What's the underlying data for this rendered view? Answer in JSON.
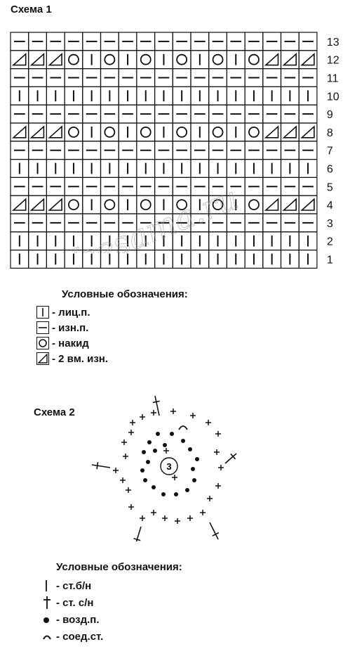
{
  "scheme1": {
    "title": "Схема 1",
    "row_numbers": [
      "13",
      "12",
      "11",
      "10",
      "9",
      "8",
      "7",
      "6",
      "5",
      "4",
      "3",
      "2",
      "1"
    ],
    "rows": [
      "-------------------------------------",
      "DDDOIOIOIOIOIODDD",
      "-----------------",
      "IIIIIIIIIIIIIIIII",
      "-----------------",
      "DDDOIOIOIOIOIODDD",
      "-----------------",
      "IIIIIIIIIIIIIIIII",
      "-----------------",
      "DDDOIOIOIOIOIODDD",
      "-----------------",
      "IIIIIIIIIIIIIIIII",
      "IIIIIIIIIIIIIIIII"
    ]
  },
  "legend1": {
    "title": "Условные обозначения:",
    "items": [
      {
        "icon": "knit-stitch-icon",
        "label": "- лиц.п."
      },
      {
        "icon": "purl-stitch-icon",
        "label": "- изн.п."
      },
      {
        "icon": "yarn-over-icon",
        "label": "- накид"
      },
      {
        "icon": "purl-two-together-icon",
        "label": "- 2 вм. изн."
      }
    ]
  },
  "scheme2": {
    "title": "Схема 2",
    "center_label": "3"
  },
  "legend2": {
    "title": "Условные обозначения:",
    "items": [
      {
        "icon": "single-crochet-icon",
        "label": "- ст.б/н"
      },
      {
        "icon": "double-crochet-icon",
        "label": "- ст. с/н"
      },
      {
        "icon": "chain-stitch-icon",
        "label": "- возд.п."
      },
      {
        "icon": "slip-stitch-icon",
        "label": "- соед.ст."
      }
    ]
  },
  "watermark": "Vsesama.ru"
}
